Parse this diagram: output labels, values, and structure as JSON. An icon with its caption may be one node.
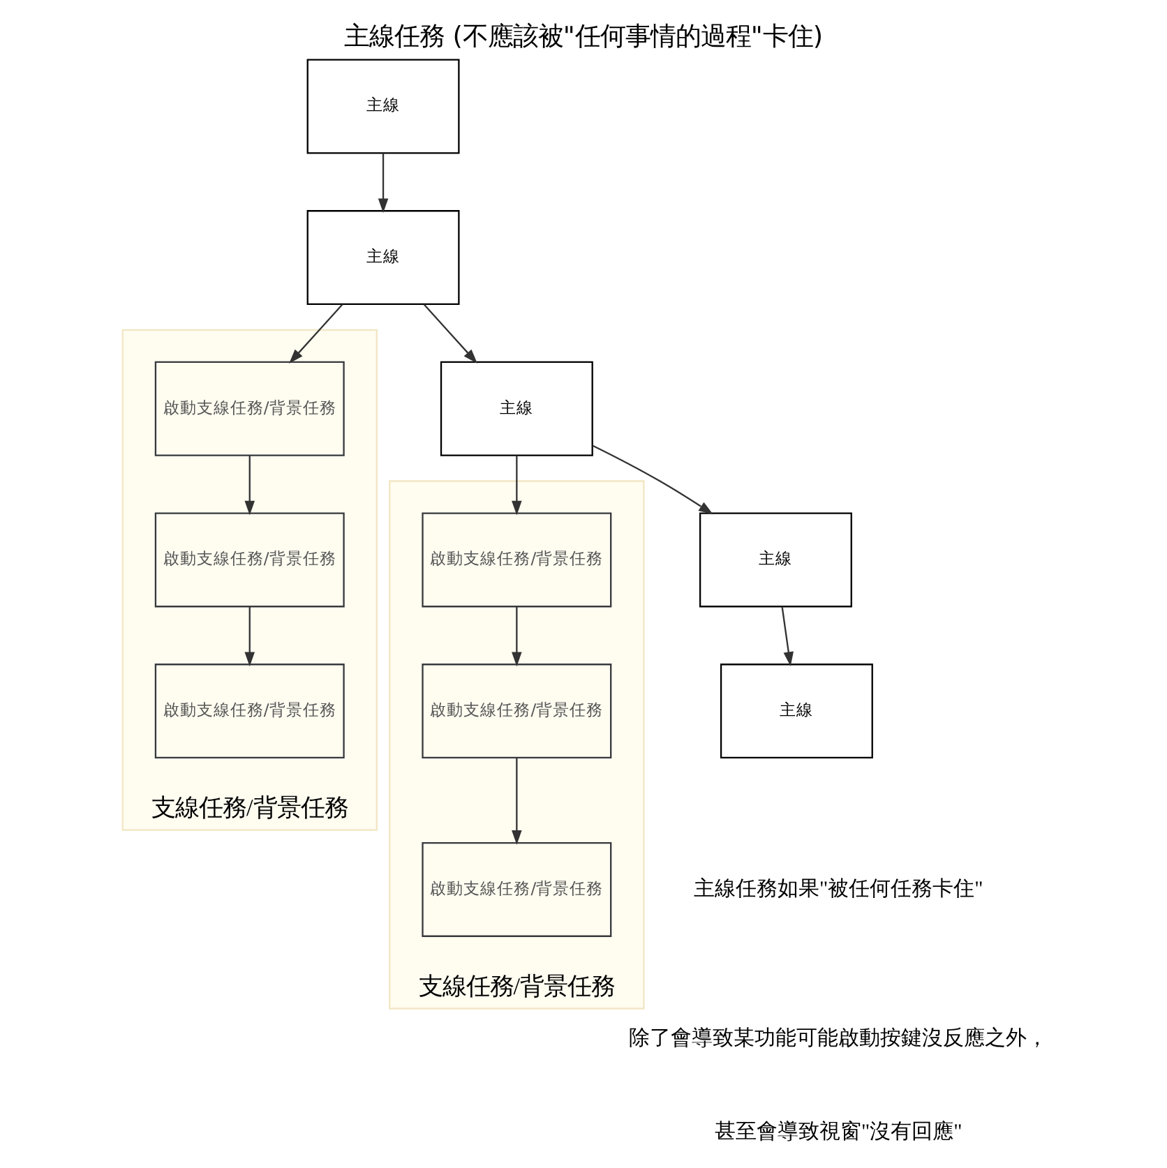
{
  "diagram": {
    "title": "主線任務 (不應該被\"任何事情的過程\"卡住)",
    "nodes": [
      {
        "text": [
          "主線"
        ]
      },
      {
        "text": [
          "主線"
        ]
      },
      {
        "text": [
          "支線任務/背景任務"
        ]
      },
      {
        "text": [
          "啟動支線任務/背景任務"
        ],
        "in": 2
      },
      {
        "text": [
          "啟動支線任務/背景任務"
        ],
        "in": 2
      },
      {
        "text": [
          "啟動支線任務/背景任務"
        ],
        "in": 2
      },
      {
        "text": [
          "支線任務/背景任務"
        ]
      },
      {
        "text": [
          "啟動支線任務/背景任務"
        ],
        "in": 6
      },
      {
        "text": [
          "啟動支線任務/背景任務"
        ],
        "in": 6
      },
      {
        "text": [
          "啟動支線任務/背景任務"
        ],
        "in": 6
      },
      {
        "text": [
          "主線"
        ]
      },
      {
        "text": [
          "主線"
        ]
      },
      {
        "text": [
          "主線"
        ]
      }
    ],
    "edges": [
      {
        "from": 0,
        "to": 1,
        "arrow": "to"
      },
      {
        "from": 1,
        "to": 3,
        "arrow": "to"
      },
      {
        "from": 3,
        "to": 4,
        "arrow": "to"
      },
      {
        "from": 4,
        "to": 5,
        "arrow": "to"
      },
      {
        "from": 1,
        "to": 10,
        "arrow": "to"
      },
      {
        "from": 10,
        "to": 7,
        "arrow": "to"
      },
      {
        "from": 7,
        "to": 8,
        "arrow": "to"
      },
      {
        "from": 8,
        "to": 9,
        "arrow": "to"
      },
      {
        "from": 10,
        "to": 11,
        "arrow": "to"
      },
      {
        "from": 11,
        "to": 12,
        "arrow": "to"
      }
    ],
    "labels": [
      "主線任務如果\"被任何任務卡住\"",
      "除了會導致某功能可能啟動按鍵沒反應之外，",
      "甚至會導致視窗\"沒有回應\""
    ]
  }
}
